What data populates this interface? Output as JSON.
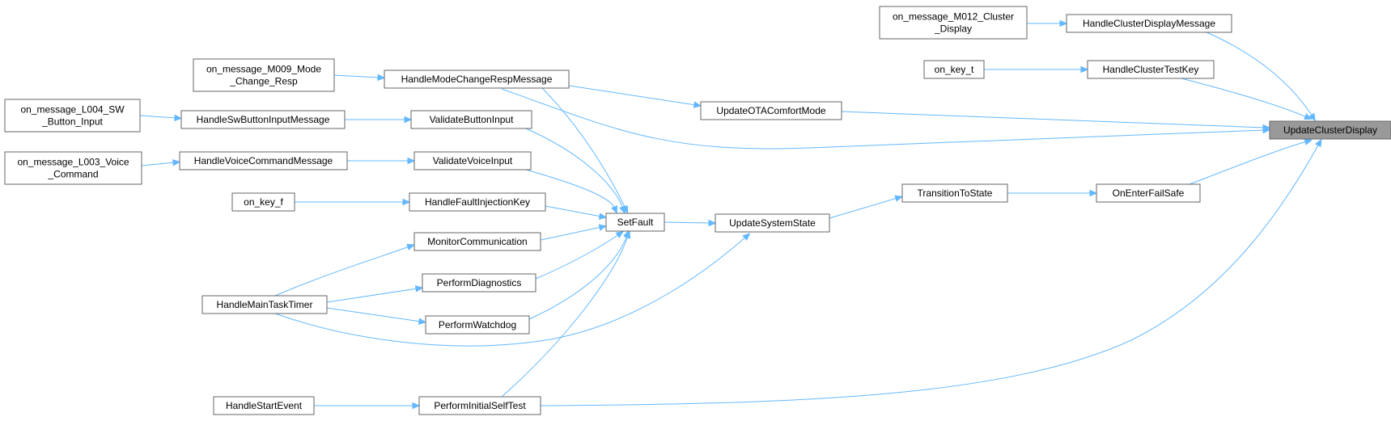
{
  "colors": {
    "edge": "#63b8ff",
    "node_border": "#666666",
    "focus_fill": "#999999",
    "background": "#ffffff"
  },
  "nodes": {
    "n_m012": [
      "on_message_M012_Cluster",
      "_Display"
    ],
    "n_hcdm": [
      "HandleClusterDisplayMessage"
    ],
    "n_m009": [
      "on_message_M009_Mode",
      "_Change_Resp"
    ],
    "n_hmcrm": [
      "HandleModeChangeRespMessage"
    ],
    "n_keyt": [
      "on_key_t"
    ],
    "n_hctk": [
      "HandleClusterTestKey"
    ],
    "n_l004": [
      "on_message_L004_SW",
      "_Button_Input"
    ],
    "n_hsbim": [
      "HandleSwButtonInputMessage"
    ],
    "n_vbi": [
      "ValidateButtonInput"
    ],
    "n_uocm": [
      "UpdateOTAComfortMode"
    ],
    "n_ucd": [
      "UpdateClusterDisplay"
    ],
    "n_l003": [
      "on_message_L003_Voice",
      "_Command"
    ],
    "n_hvcm": [
      "HandleVoiceCommandMessage"
    ],
    "n_vvi": [
      "ValidateVoiceInput"
    ],
    "n_tts": [
      "TransitionToState"
    ],
    "n_oefs": [
      "OnEnterFailSafe"
    ],
    "n_keyf": [
      "on_key_f"
    ],
    "n_hfik": [
      "HandleFaultInjectionKey"
    ],
    "n_sf": [
      "SetFault"
    ],
    "n_uss": [
      "UpdateSystemState"
    ],
    "n_mc": [
      "MonitorCommunication"
    ],
    "n_pd": [
      "PerformDiagnostics"
    ],
    "n_hmtt": [
      "HandleMainTaskTimer"
    ],
    "n_pw": [
      "PerformWatchdog"
    ],
    "n_hse": [
      "HandleStartEvent"
    ],
    "n_pist": [
      "PerformInitialSelfTest"
    ]
  },
  "focus_node": "n_ucd"
}
